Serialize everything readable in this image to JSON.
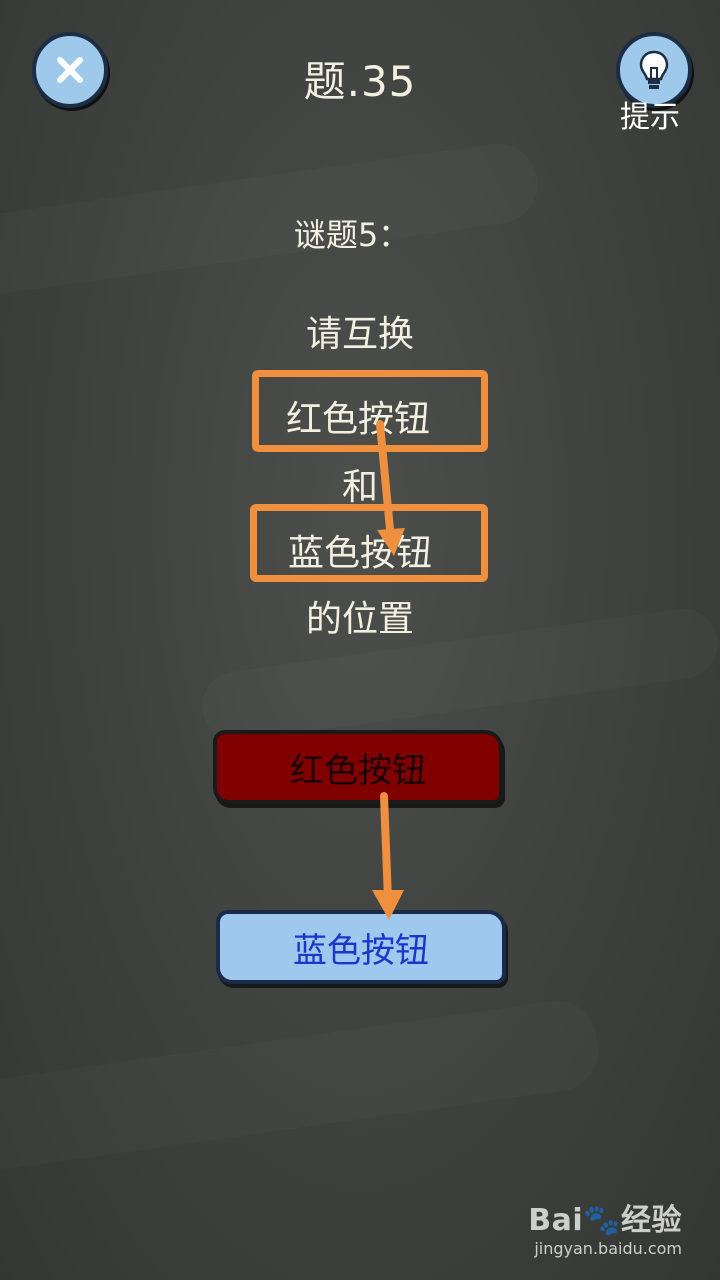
{
  "header": {
    "title": "题.35",
    "hint_label": "提示"
  },
  "puzzle": {
    "heading": "谜题5：",
    "line1": "请互换",
    "line2": "红色按钮",
    "line3": "和",
    "line4": "蓝色按钮",
    "line5": "的位置"
  },
  "buttons": {
    "red_label": "红色按钮",
    "blue_label": "蓝色按钮"
  },
  "watermark": {
    "logo": "Bai🐾经验",
    "url": "jingyan.baidu.com"
  },
  "colors": {
    "annotation": "#f08f3e",
    "red_button": "#800000",
    "blue_button": "#9fc8ee",
    "blue_text": "#1b36c9",
    "background": "#424441"
  },
  "icons": {
    "close": "close-icon",
    "hint": "lightbulb-icon"
  }
}
